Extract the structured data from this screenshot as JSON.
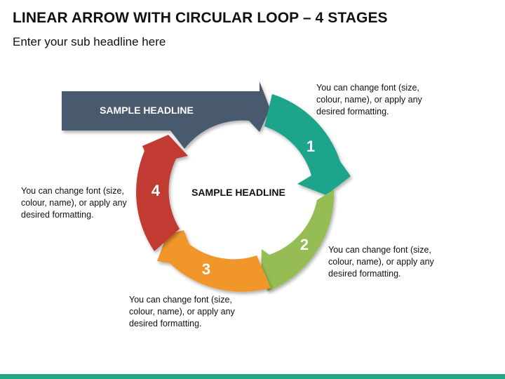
{
  "title": "LINEAR ARROW WITH CIRCULAR LOOP – 4 STAGES",
  "subtitle": "Enter your sub headline here",
  "arrow_headline": "SAMPLE HEADLINE",
  "center_headline": "SAMPLE HEADLINE",
  "stages": [
    {
      "number": "1",
      "color": "#1ea58a",
      "text": "You can change font (size, colour, name), or apply any desired formatting."
    },
    {
      "number": "2",
      "color": "#96bd52",
      "text": "You can change font (size, colour, name), or apply any desired formatting."
    },
    {
      "number": "3",
      "color": "#f0962a",
      "text": "You can change font (size, colour, name), or apply any desired formatting."
    },
    {
      "number": "4",
      "color": "#c13a32",
      "text": "You can change font (size, colour, name), or apply any desired formatting."
    }
  ],
  "colors": {
    "arrow": "#4a5a6e",
    "accent_bar": "#26a488"
  }
}
